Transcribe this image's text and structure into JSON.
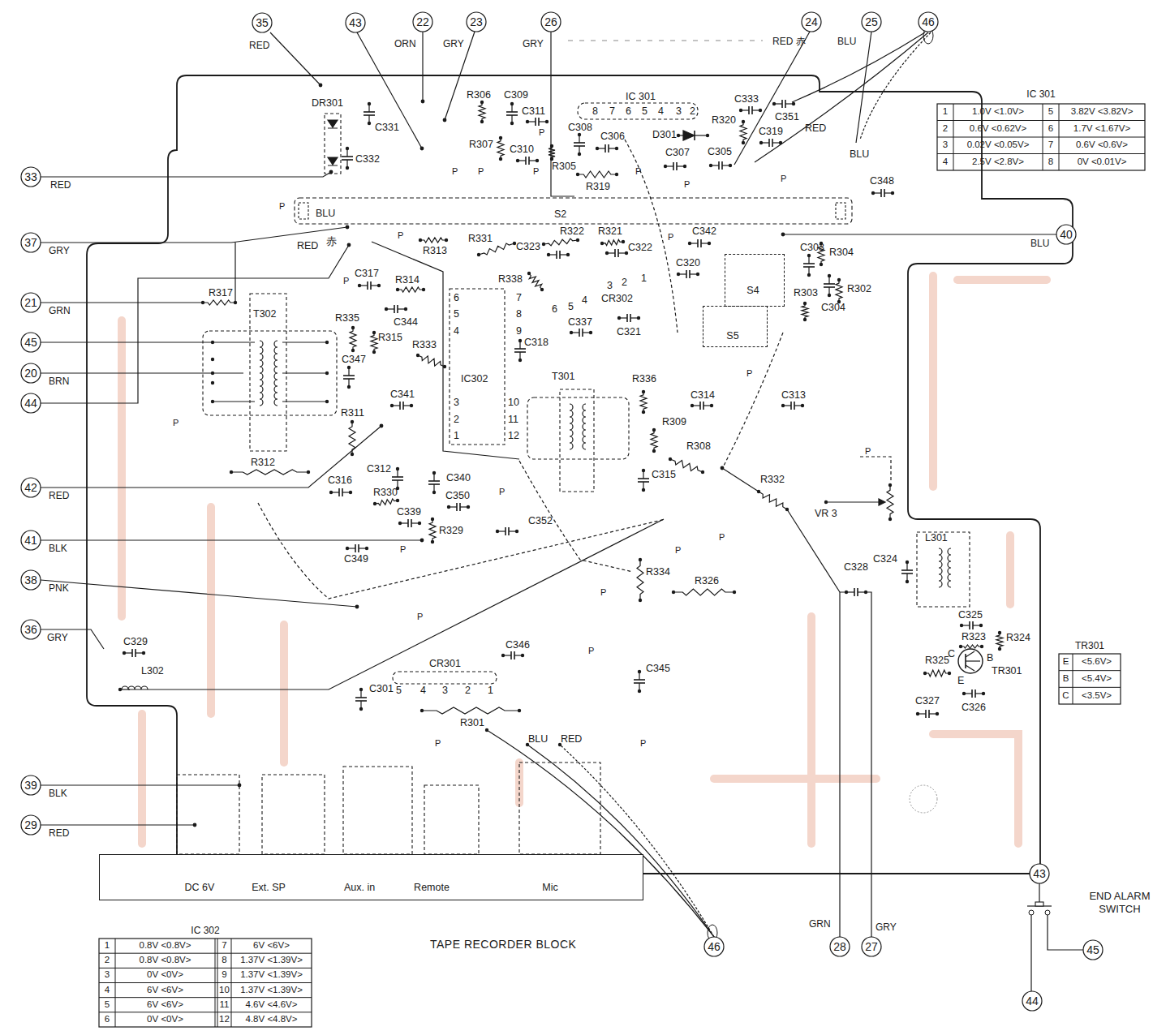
{
  "diagram": {
    "title": "TAPE RECORDER BLOCK",
    "nodes": [
      {
        "text": [
          "S4"
        ]
      },
      {
        "text": [
          "S5"
        ]
      },
      {
        "text": [
          "DC 6V",
          "Ext. SP",
          "Aux. in",
          "Remote",
          "Mic"
        ]
      }
    ],
    "labels": [
      "35",
      "43",
      "22",
      "23",
      "26",
      "24",
      "25",
      "46",
      "33",
      "37",
      "21",
      "45",
      "20",
      "44",
      "42",
      "41",
      "38",
      "36",
      "39",
      "29",
      "40",
      "46",
      "28",
      "27",
      "43",
      "45",
      "44",
      "RED",
      "ORN",
      "GRY",
      "GRY",
      "RED",
      "赤",
      "BLU",
      "RED",
      "GRY",
      "GRN",
      "BRN",
      "RED",
      "BLK",
      "PNK",
      "GRY",
      "BLK",
      "RED",
      "BLU",
      "GRN",
      "GRY",
      "DR301",
      "C331",
      "C332",
      "R306",
      "C309",
      "C311",
      "R307",
      "C310",
      "R305",
      "C308",
      "C306",
      "R319",
      "IC 301",
      "8",
      "7",
      "6",
      "5",
      "4",
      "3",
      "2",
      "D301",
      "R320",
      "C333",
      "C351",
      "RED",
      "C319",
      "C307",
      "C305",
      "BLU",
      "C348",
      "S2",
      "BLU",
      "RED",
      "赤",
      "R313",
      "R331",
      "C323",
      "R322",
      "R321",
      "C322",
      "C342",
      "C320",
      "C303",
      "R304",
      "R302",
      "R303",
      "C304",
      "R338",
      "CR302",
      "C337",
      "C321",
      "6",
      "5",
      "4",
      "3",
      "2",
      "1",
      "6",
      "5",
      "4",
      "7",
      "8",
      "9",
      "3",
      "2",
      "1",
      "10",
      "11",
      "12",
      "IC302",
      "C318",
      "C317",
      "R314",
      "C344",
      "R335",
      "R315",
      "R333",
      "C347",
      "T302",
      "R311",
      "C341",
      "R312",
      "C316",
      "R330",
      "C312",
      "C340",
      "C350",
      "C339",
      "R329",
      "C352",
      "C349",
      "T301",
      "R336",
      "C314",
      "R309",
      "R308",
      "C315",
      "C313",
      "R332",
      "VR 3",
      "L301",
      "C324",
      "C328",
      "R334",
      "R326",
      "C325",
      "R323",
      "R324",
      "R325",
      "TR301",
      "C",
      "B",
      "E",
      "C327",
      "C326",
      "C346",
      "C345",
      "CR301",
      "5",
      "4",
      "3",
      "2",
      "1",
      "C301",
      "R301",
      "BLU",
      "RED",
      "L302",
      "C329",
      "R317",
      "END ALARM SWITCH",
      "IC 301",
      "1",
      "1.0V <1.0V>",
      "5",
      "3.82V <3.82V>",
      "2",
      "0.6V <0.62V>",
      "6",
      "1.7V <1.67V>",
      "3",
      "0.02V <0.05V>",
      "7",
      "0.6V <0.6V>",
      "4",
      "2.5V <2.8V>",
      "8",
      "0V <0.01V>",
      "IC 302",
      "1",
      "0.8V <0.8V>",
      "7",
      "6V <6V>",
      "2",
      "0.8V <0.8V>",
      "8",
      "1.37V <1.39V>",
      "3",
      "0V <0V>",
      "9",
      "1.37V <1.39V>",
      "4",
      "6V <6V>",
      "10",
      "1.37V <1.39V>",
      "5",
      "6V <6V>",
      "11",
      "4.6V <4.6V>",
      "6",
      "0V <0V>",
      "12",
      "4.8V <4.8V>",
      "TR301",
      "E",
      "<5.6V>",
      "B",
      "<5.4V>",
      "C",
      "<3.5V>",
      "P",
      "P",
      "P",
      "P",
      "P",
      "P",
      "P",
      "P",
      "P",
      "P",
      "P",
      "P",
      "P",
      "P",
      "P",
      "P",
      "P",
      "P",
      "P",
      "P",
      "P",
      "P",
      "P"
    ]
  }
}
